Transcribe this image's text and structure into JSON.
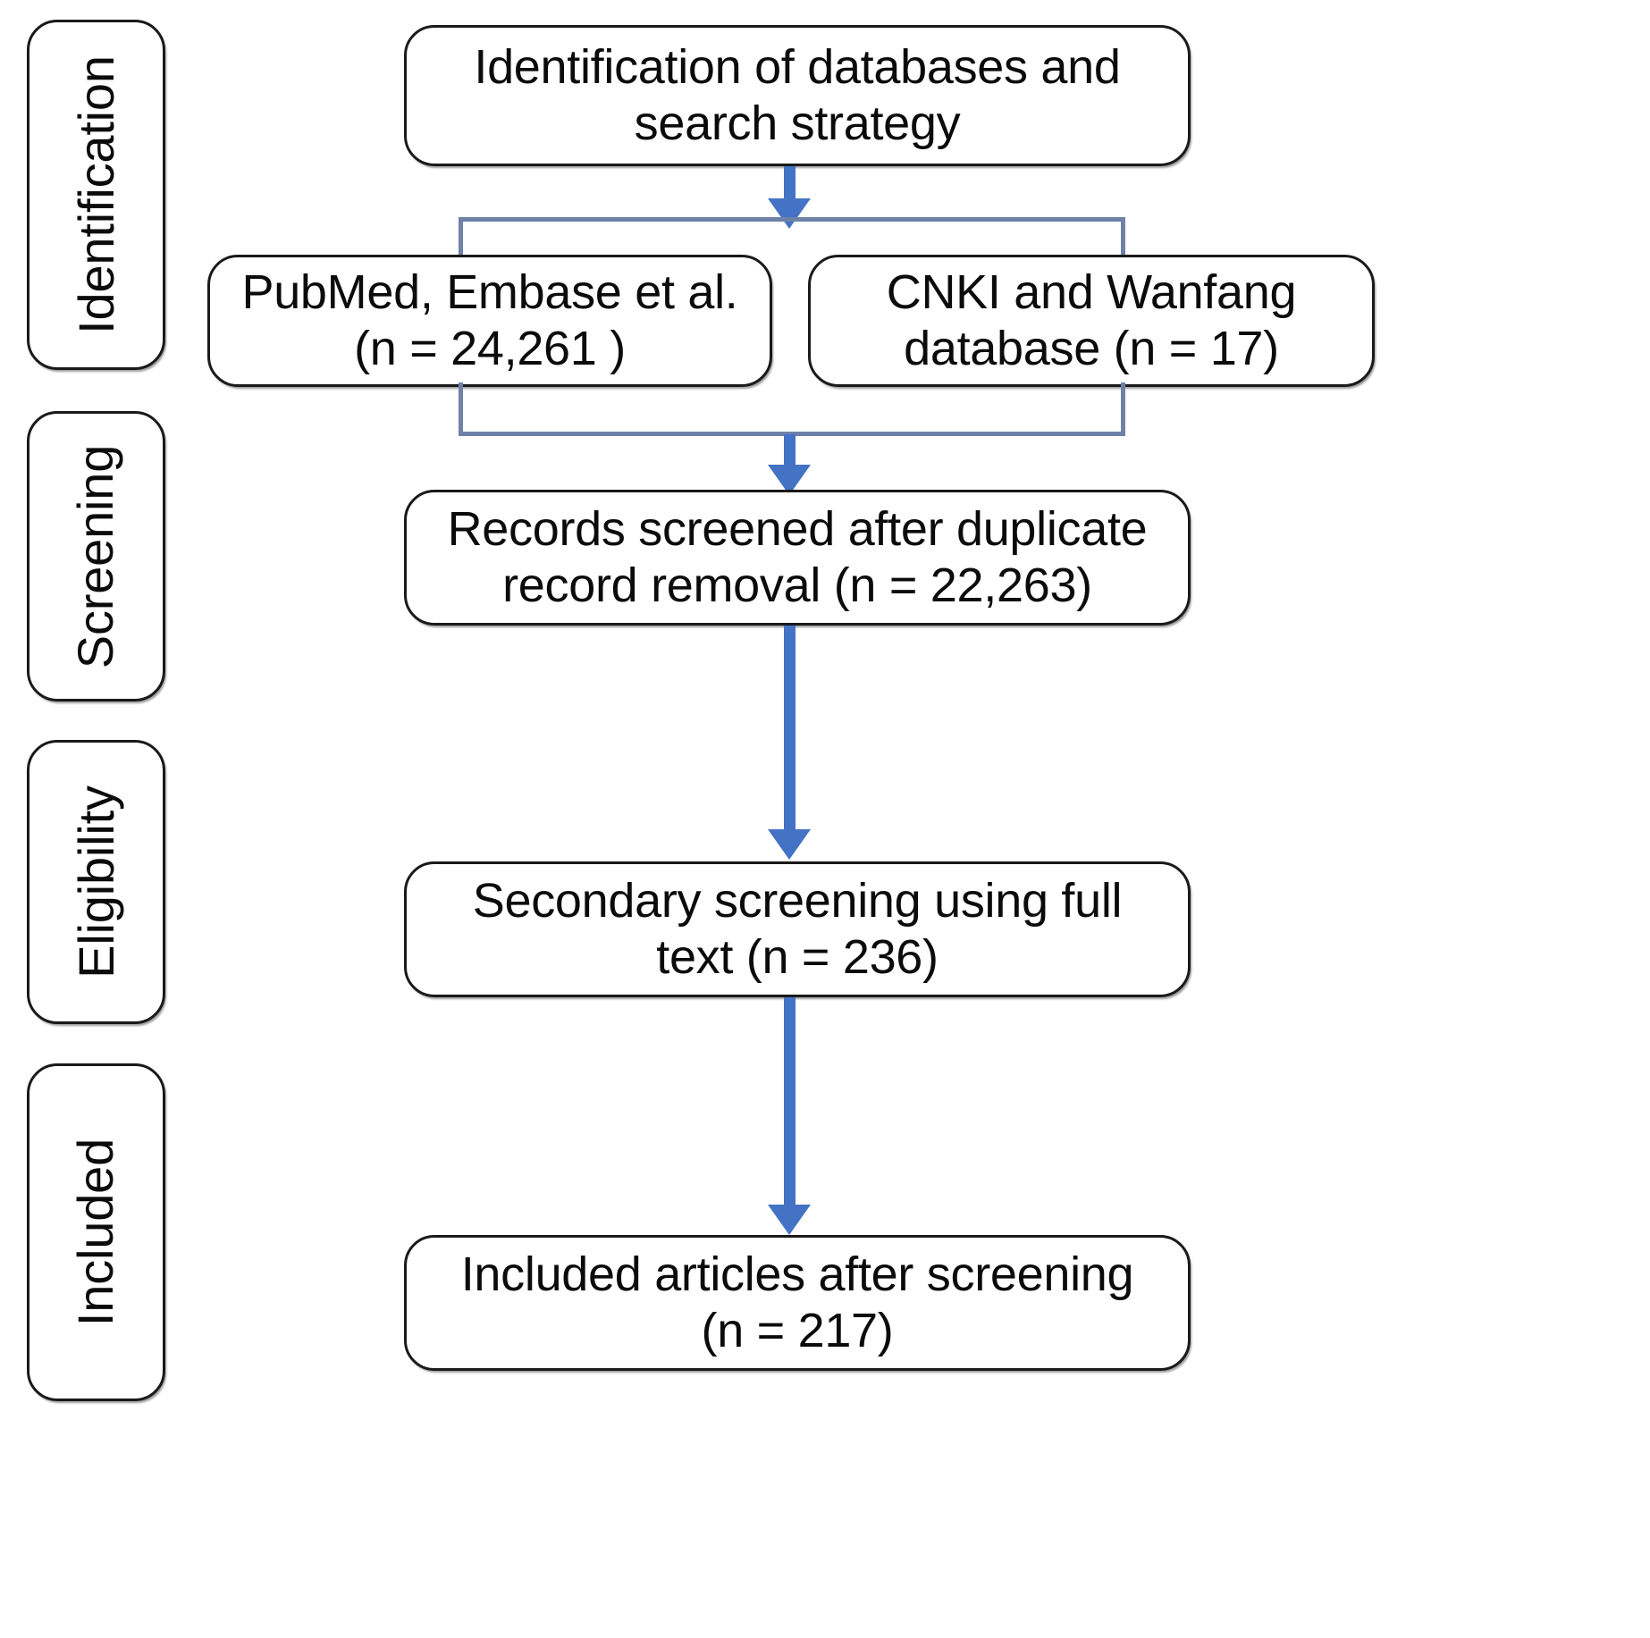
{
  "diagram": {
    "title": "PRISMA study selection flow diagram",
    "accent_color": "#4472C4",
    "connector_color": "#6E81A8",
    "box_border_color": "#1a1a1a",
    "background": "#ffffff"
  },
  "stages": [
    {
      "id": "identification",
      "label": "Identification"
    },
    {
      "id": "screening",
      "label": "Screening"
    },
    {
      "id": "eligibility",
      "label": "Eligibility"
    },
    {
      "id": "included",
      "label": "Included"
    }
  ],
  "nodes": {
    "search_strategy": {
      "text": "Identification of databases and\nsearch strategy"
    },
    "source_international": {
      "text": "PubMed, Embase et al.\n(n = 24,261 )",
      "database": "PubMed, Embase et al.",
      "n": 24261
    },
    "source_chinese": {
      "text": "CNKI and Wanfang\ndatabase (n = 17)",
      "database": "CNKI and Wanfang database",
      "n": 17
    },
    "records_screened": {
      "text": "Records screened after duplicate\nrecord removal (n = 22,263)",
      "n": 22263
    },
    "full_text_screening": {
      "text": "Secondary screening using full\ntext (n = 236)",
      "n": 236
    },
    "included_articles": {
      "text": "Included articles after screening\n(n = 217)",
      "n": 217
    }
  },
  "chart_data": {
    "type": "diagram",
    "title": "PRISMA study selection flow",
    "nodes": [
      {
        "id": "search_strategy",
        "stage": "Identification",
        "label": "Identification of databases and search strategy",
        "n": null
      },
      {
        "id": "source_international",
        "stage": "Identification",
        "label": "PubMed, Embase et al.",
        "n": 24261
      },
      {
        "id": "source_chinese",
        "stage": "Identification",
        "label": "CNKI and Wanfang database",
        "n": 17
      },
      {
        "id": "records_screened",
        "stage": "Screening",
        "label": "Records screened after duplicate record removal",
        "n": 22263
      },
      {
        "id": "full_text_screening",
        "stage": "Eligibility",
        "label": "Secondary screening using full text",
        "n": 236
      },
      {
        "id": "included_articles",
        "stage": "Included",
        "label": "Included articles after screening",
        "n": 217
      }
    ],
    "edges": [
      {
        "from": "search_strategy",
        "to": "source_international"
      },
      {
        "from": "search_strategy",
        "to": "source_chinese"
      },
      {
        "from": "source_international",
        "to": "records_screened"
      },
      {
        "from": "source_chinese",
        "to": "records_screened"
      },
      {
        "from": "records_screened",
        "to": "full_text_screening"
      },
      {
        "from": "full_text_screening",
        "to": "included_articles"
      }
    ]
  }
}
